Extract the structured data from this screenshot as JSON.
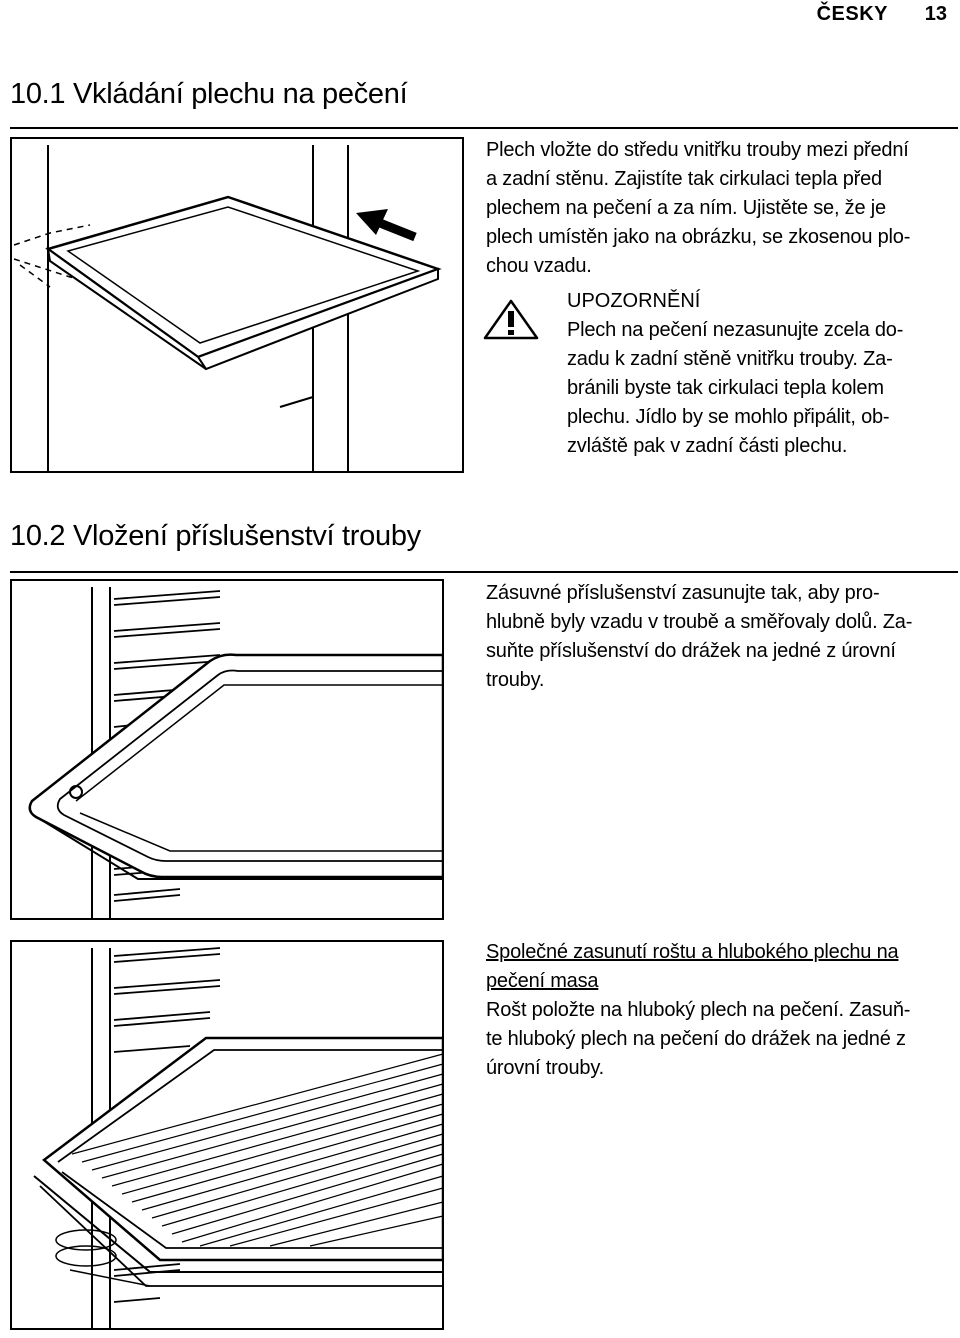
{
  "header": {
    "language": "ČESKY",
    "page_number": "13"
  },
  "section1": {
    "number": "10.1",
    "title": "Vkládání plechu na pečení",
    "lines": [
      "Plech vložte do středu vnitřku trouby mezi přední",
      "a zadní stěnu. Zajistíte tak cirkulaci tepla před",
      "plechem na pečení a za ním. Ujistěte se, že je",
      "plech umístěn jako na obrázku, se zkosenou plo-",
      "chou vzadu."
    ],
    "warning": {
      "icon": "warning-triangle-icon",
      "title": "UPOZORNĚNÍ",
      "lines": [
        "Plech na pečení nezasunujte zcela do-",
        "zadu k zadní stěně vnitřku trouby. Za-",
        "bránili byste tak cirkulaci tepla kolem",
        "plechu. Jídlo by se mohlo připálit, ob-",
        "zvláště pak v zadní části plechu."
      ]
    }
  },
  "section2": {
    "number": "10.2",
    "title": "Vložení příslušenství trouby",
    "lines": [
      "Zásuvné příslušenství zasunujte tak, aby pro-",
      "hlubně byly vzadu v troubě a směřovaly dolů. Za-",
      "suňte příslušenství do drážek na jedné z úrovní",
      "trouby."
    ],
    "subsection": {
      "heading_lines": [
        "Společné zasunutí roštu a hlubokého plechu na",
        "pečení masa"
      ],
      "lines": [
        "Rošt položte na hluboký plech na pečení. Zasuň-",
        "te hluboký plech na pečení do drážek na jedné z",
        "úrovní trouby."
      ]
    }
  }
}
